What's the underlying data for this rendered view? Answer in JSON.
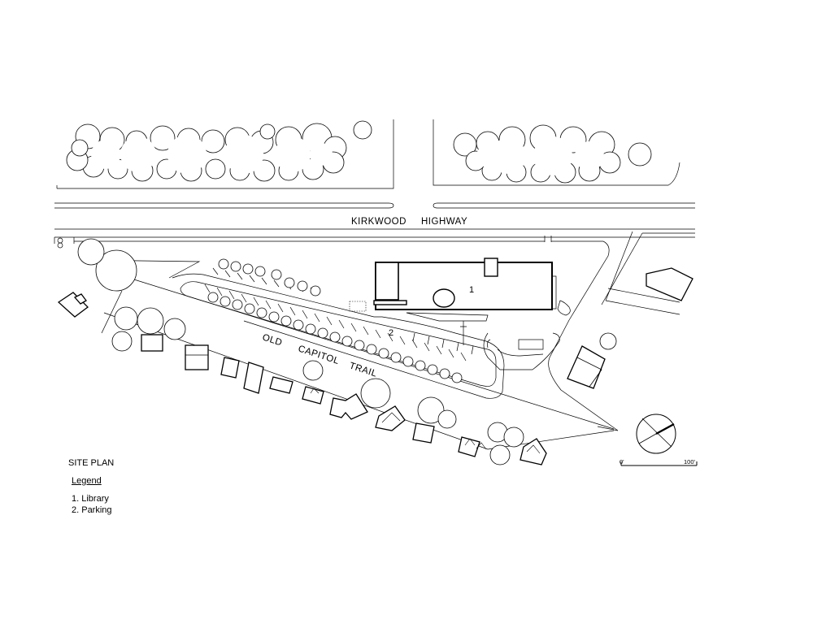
{
  "title": "SITE PLAN",
  "legend": {
    "heading": "Legend",
    "items": [
      "1. Library",
      "2. Parking"
    ]
  },
  "labels": {
    "highway_word1": "KIRKWOOD",
    "highway_word2": "HIGHWAY",
    "trail_word1": "OLD",
    "trail_word2": "CAPITOL",
    "trail_word3": "TRAIL",
    "library_number": "1",
    "parking_number": "2"
  },
  "scale_bar": {
    "start_label": "0'",
    "end_label": "100'"
  },
  "colors": {
    "ink": "#000000",
    "paper": "#ffffff"
  }
}
